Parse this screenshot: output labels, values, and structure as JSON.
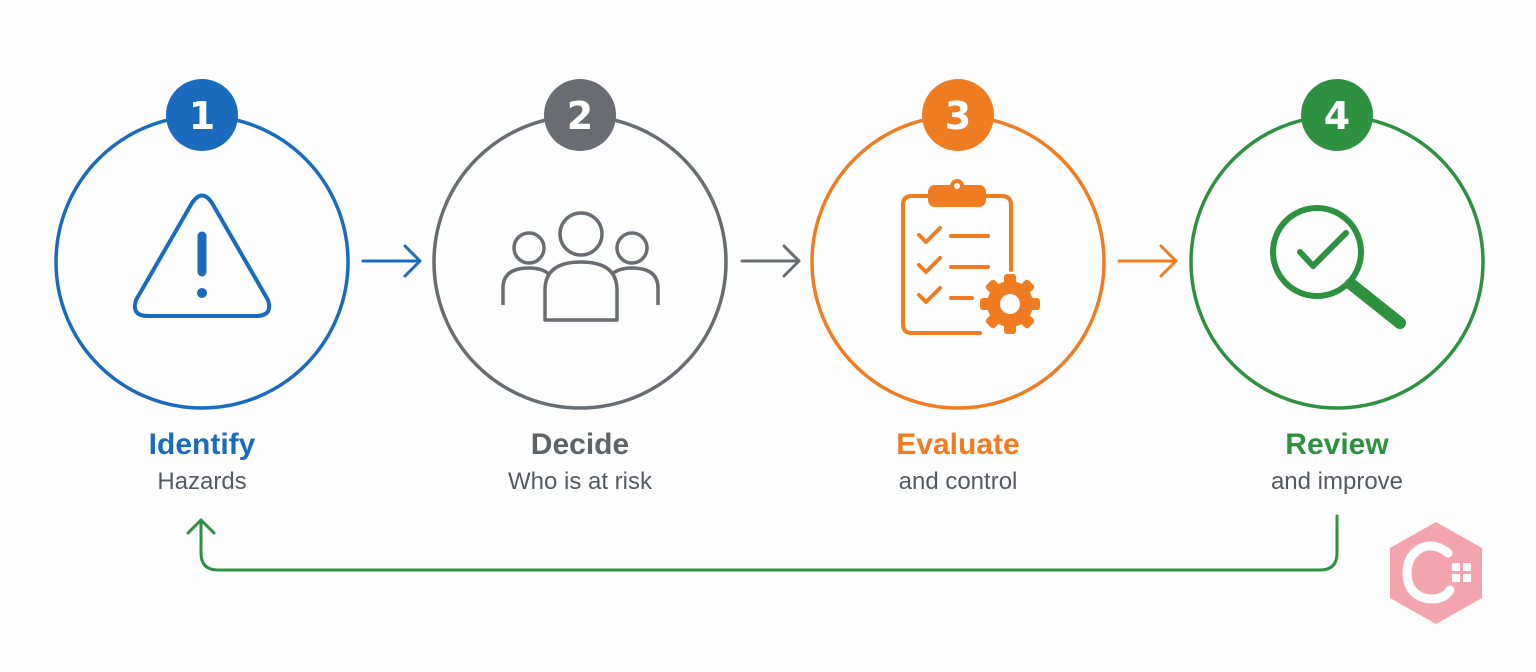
{
  "steps": [
    {
      "number": "1",
      "title": "Identify",
      "subtitle": "Hazards",
      "color": "#1a6bbd",
      "icon": "warning-triangle-icon"
    },
    {
      "number": "2",
      "title": "Decide",
      "subtitle": "Who is at risk",
      "color": "#696c71",
      "icon": "people-group-icon"
    },
    {
      "number": "3",
      "title": "Evaluate",
      "subtitle": "and control",
      "color": "#f07c22",
      "icon": "clipboard-checklist-gear-icon"
    },
    {
      "number": "4",
      "title": "Review",
      "subtitle": "and improve",
      "color": "#2e9140",
      "icon": "magnifier-check-icon"
    }
  ],
  "loop_arrow_color": "#2e9140",
  "watermark_color": "#f4a0a8"
}
